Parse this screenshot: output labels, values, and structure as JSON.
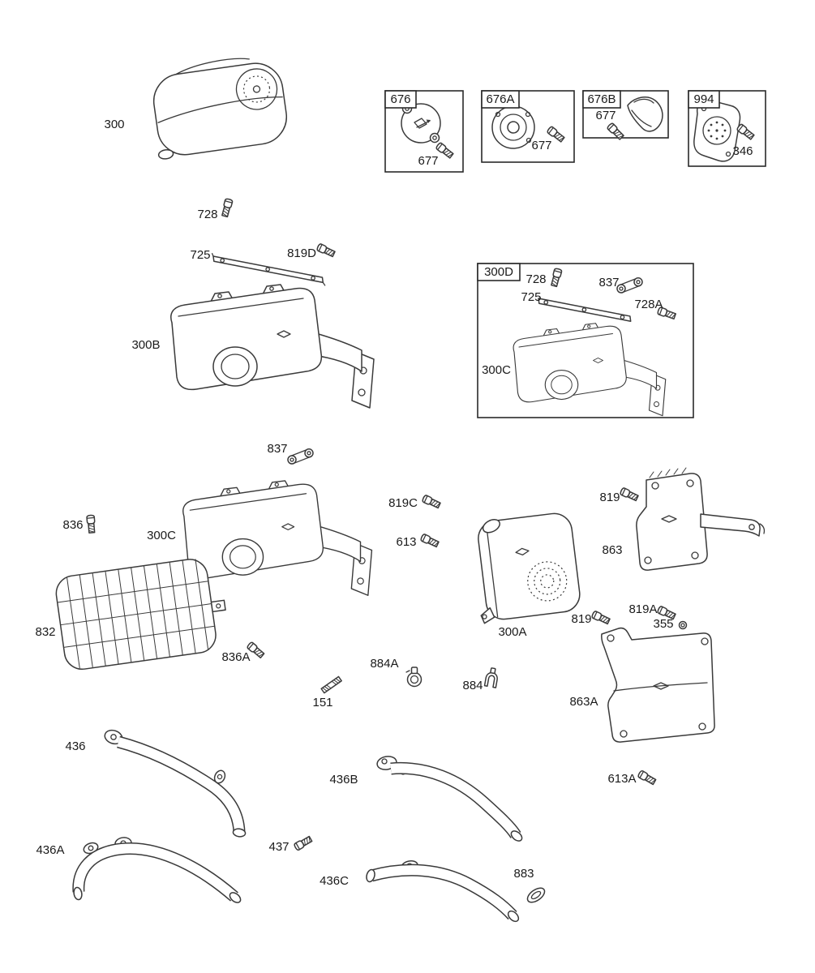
{
  "colors": {
    "line": "#3a3a3a",
    "text": "#1a1a1a",
    "background": "#ffffff"
  },
  "labels": {
    "l300": "300",
    "l676": "676",
    "l677a": "677",
    "l676A": "676A",
    "l677b": "677",
    "l676B": "676B",
    "l677c": "677",
    "l994": "994",
    "l346": "346",
    "l728a": "728",
    "l725a": "725",
    "l819D": "819D",
    "l300D": "300D",
    "l728b": "728",
    "l837a": "837",
    "l725b": "725",
    "l728A": "728A",
    "l300Cb": "300C",
    "l300B": "300B",
    "l837b": "837",
    "l836": "836",
    "l300C": "300C",
    "l819C": "819C",
    "l613": "613",
    "l819a": "819",
    "l863": "863",
    "l832": "832",
    "l836A": "836A",
    "l884A": "884A",
    "l884": "884",
    "l300A": "300A",
    "l819b": "819",
    "l819A": "819A",
    "l355": "355",
    "l863A": "863A",
    "l151": "151",
    "l436": "436",
    "l436B": "436B",
    "l613A": "613A",
    "l436A": "436A",
    "l437": "437",
    "l436C": "436C",
    "l883": "883"
  }
}
